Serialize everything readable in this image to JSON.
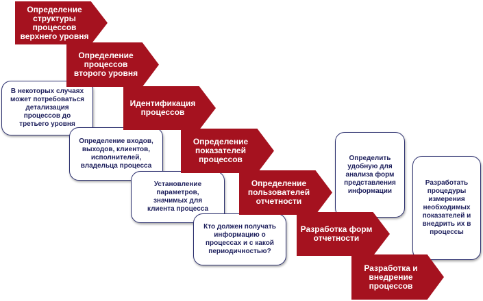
{
  "steps": [
    "Определение\nструктуры\nпроцессов\nверхнего уровня",
    "Определение\nпроцессов\nвторого уровня",
    "Идентификация\nпроцессов",
    "Определение\nпоказателей\nпроцессов",
    "Определение\nпользователей\nотчетности",
    "Разработка форм\nотчетности",
    "Разработка и\nвнедрение\nпроцессов"
  ],
  "notes": [
    "В некоторых случаях\nможет потребоваться\nдетализация\nпроцессов до\nтретьего уровня",
    "Определение входов,\nвыходов, клиентов,\nисполнителей,\nвладельца процесса",
    "Установление\nпараметров,\nзначимых для\nклиента процесса",
    "Кто должен получать\nинформацию о\nпроцессах и с какой\nпериодичностью?",
    "Определить\nудобную для\nанализа форм\nпредставления\nинформации",
    "Разработать\nпроцедуры\nизмерения\nнеобходимых\nпоказателей и\nвнедрить их в\nпроцессы"
  ],
  "colors": {
    "step_fill": "#a5121f",
    "note_border": "#2b2f6e",
    "note_text": "#1d1f5c"
  }
}
